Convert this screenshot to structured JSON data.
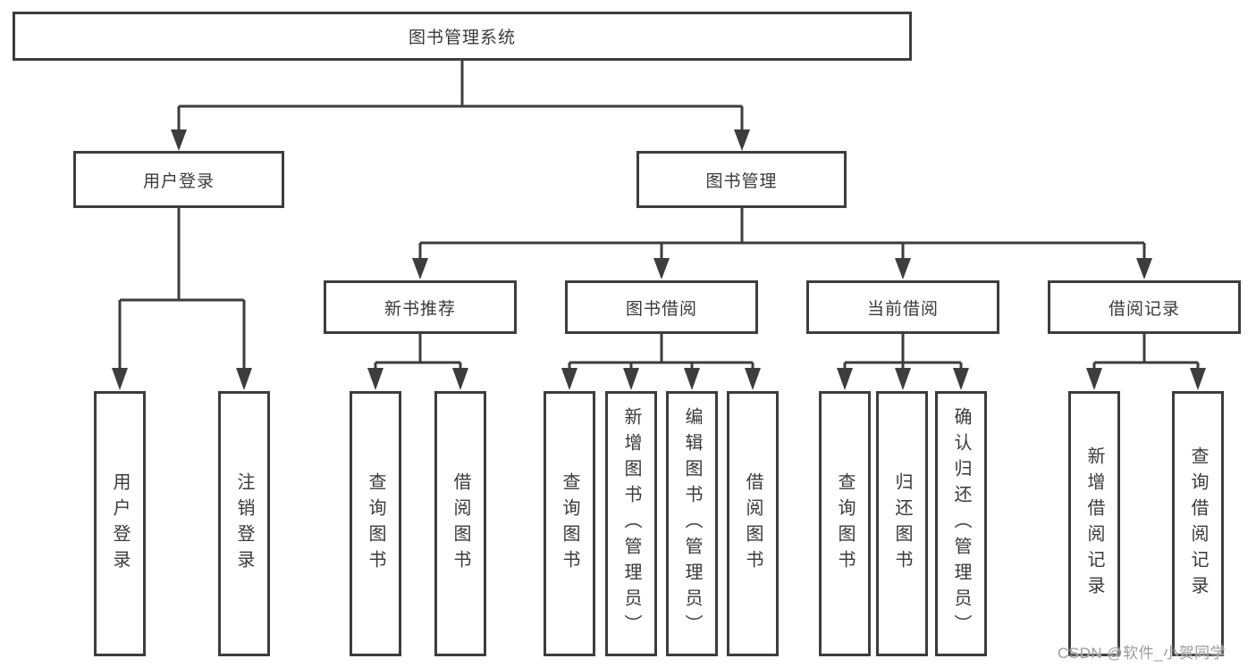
{
  "palette": {
    "background": "#ffffff",
    "line_color": "#3d3d3d",
    "text_color": "#3a3a3a",
    "watermark_color": "#9b9b9b"
  },
  "tree": {
    "root": "图书管理系统",
    "branches": [
      {
        "label": "用户登录",
        "children": [
          "用户登录",
          "注销登录"
        ]
      },
      {
        "label": "图书管理",
        "children": [
          {
            "label": "新书推荐",
            "children": [
              "查询图书",
              "借阅图书"
            ]
          },
          {
            "label": "图书借阅",
            "children": [
              "查询图书",
              "新增图书（管理员）",
              "编辑图书（管理员）",
              "借阅图书"
            ]
          },
          {
            "label": "当前借阅",
            "children": [
              "查询图书",
              "归还图书",
              "确认归还（管理员）"
            ]
          },
          {
            "label": "借阅记录",
            "children": [
              "新增借阅记录",
              "查询借阅记录"
            ]
          }
        ]
      }
    ]
  },
  "watermark": "CSDN @软件_小贺同学"
}
